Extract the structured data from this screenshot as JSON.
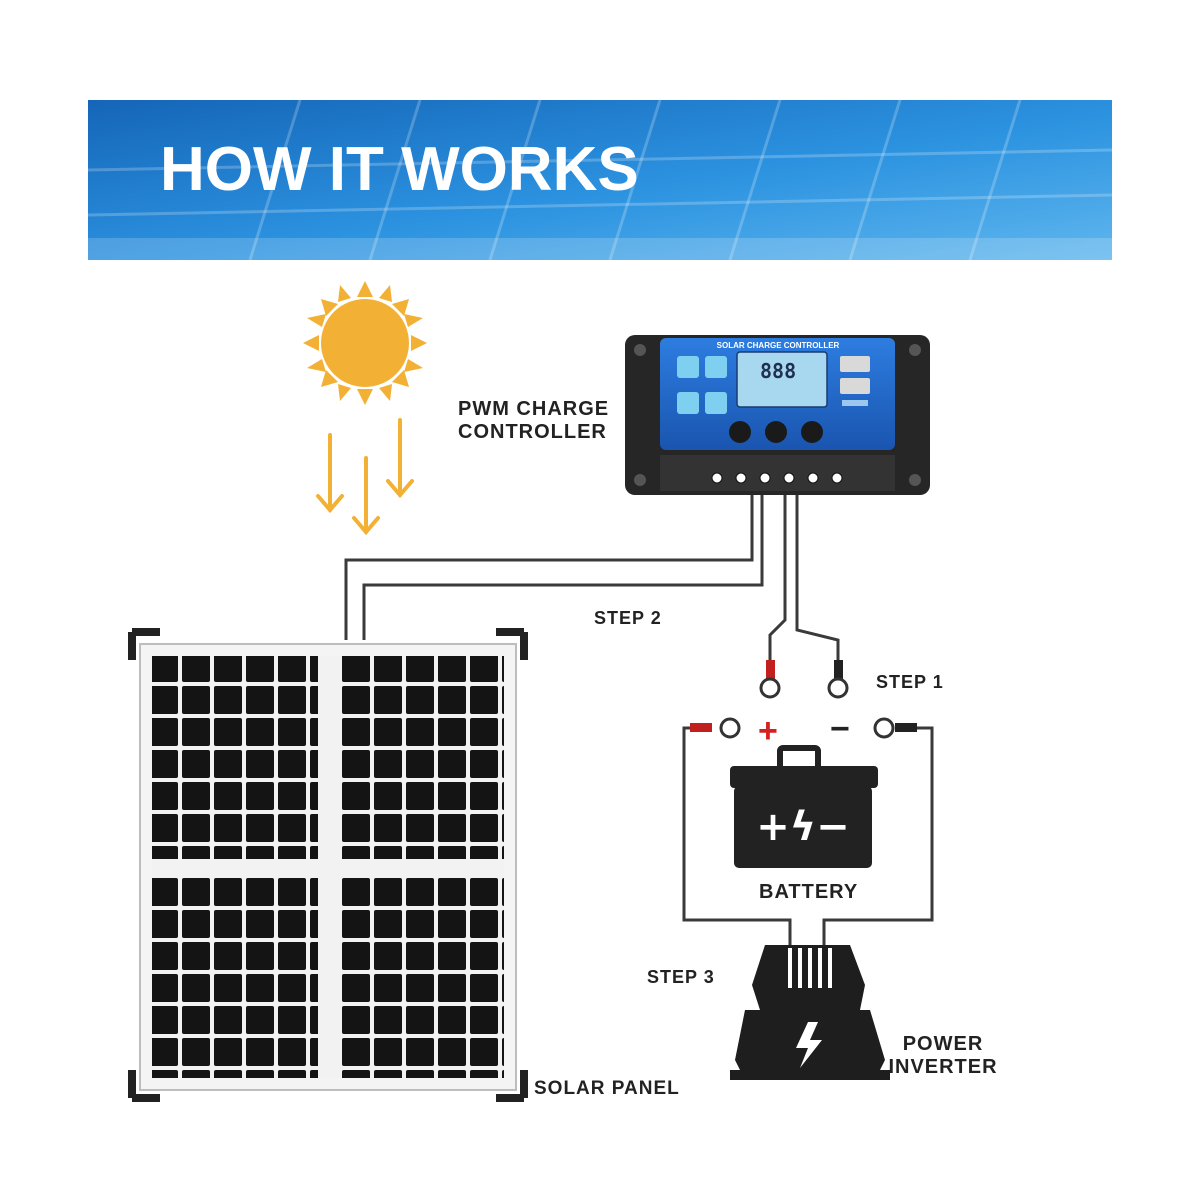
{
  "banner": {
    "title": "HOW IT WORKS"
  },
  "controller": {
    "label_line1": "PWM CHARGE",
    "label_line2": "CONTROLLER",
    "device_title": "SOLAR CHARGE CONTROLLER",
    "lcd_text": "888"
  },
  "steps": {
    "step1": "STEP 1",
    "step2": "STEP 2",
    "step3": "STEP 3"
  },
  "battery": {
    "label": "BATTERY",
    "plus": "+",
    "minus": "−",
    "icon_text": "+ϟ−"
  },
  "inverter": {
    "label_line1": "POWER",
    "label_line2": "INVERTER"
  },
  "panel": {
    "label": "SOLAR PANEL"
  },
  "colors": {
    "banner": "#1e7fd0",
    "sun": "#f2b134",
    "wire": "#3a3a3a",
    "positive": "#d42020"
  }
}
